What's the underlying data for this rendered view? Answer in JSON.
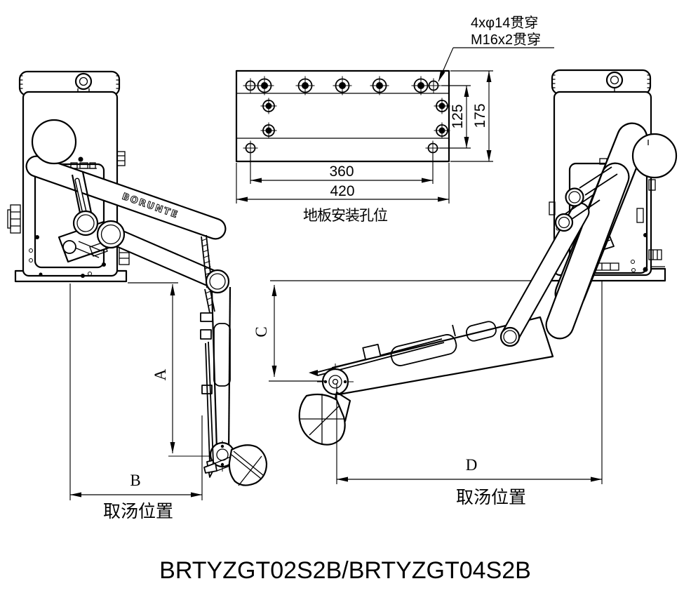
{
  "model_title": "BRTYZGT02S2B/BRTYZGT04S2B",
  "brand_logo": "BORUNTE",
  "plate_view": {
    "caption": "地板安装孔位",
    "hole_note_line1": "4xφ14贯穿",
    "hole_note_line2": "M16x2贯穿",
    "dim_hole_span_h": "360",
    "dim_overall_w": "420",
    "dim_hole_span_v": "125",
    "dim_overall_h": "175"
  },
  "left_view": {
    "caption": "取汤位置",
    "dim_vertical": "A",
    "dim_horizontal": "B"
  },
  "right_view": {
    "caption": "取汤位置",
    "dim_vertical": "C",
    "dim_horizontal": "D"
  },
  "colors": {
    "line": "#000000",
    "background": "#ffffff"
  }
}
